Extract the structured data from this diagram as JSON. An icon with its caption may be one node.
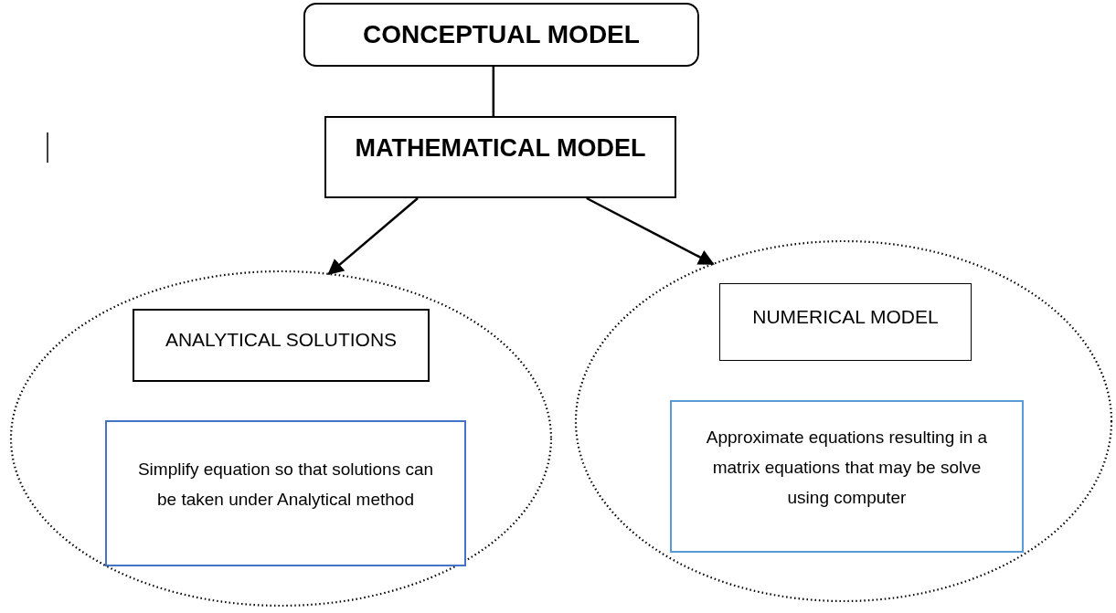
{
  "diagram": {
    "nodes": [
      {
        "text": [
          "CONCEPTUAL MODEL"
        ]
      },
      {
        "text": [
          "MATHEMATICAL MODEL"
        ]
      },
      {
        "text": [],
        "shape": "ellipse"
      },
      {
        "text": [
          "ANALYTICAL SOLUTIONS"
        ],
        "in": 2
      },
      {
        "text": [
          "Simplify equation so that solutions can be taken under Analytical method"
        ],
        "in": 2
      },
      {
        "text": [],
        "shape": "ellipse"
      },
      {
        "text": [
          "NUMERICAL MODEL"
        ],
        "in": 5
      },
      {
        "text": [
          "Approximate equations resulting in a matrix equations that may be solve using computer"
        ],
        "in": 5
      }
    ],
    "edges": [
      {
        "from": 0,
        "to": 1,
        "arrow": "none"
      },
      {
        "from": 1,
        "to": 2,
        "arrow": "to"
      },
      {
        "from": 1,
        "to": 5,
        "arrow": "to"
      }
    ]
  }
}
